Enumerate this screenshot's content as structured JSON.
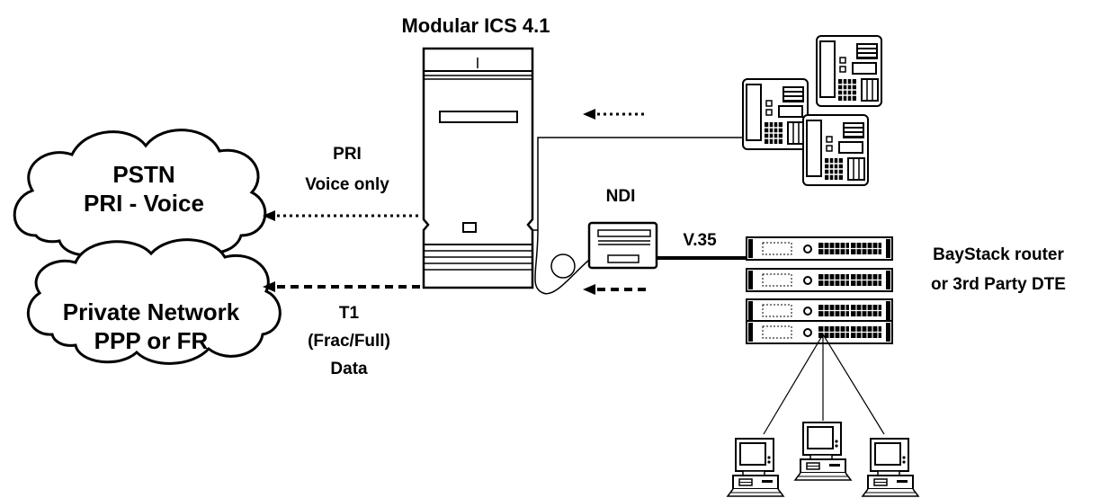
{
  "title": "Modular ICS 4.1",
  "clouds": {
    "pstn": {
      "line1": "PSTN",
      "line2": "PRI - Voice"
    },
    "private": {
      "line1": "Private Network",
      "line2": "PPP or FR"
    }
  },
  "links": {
    "pri": {
      "line1": "PRI",
      "line2": "Voice only"
    },
    "t1": {
      "line1": "T1",
      "line2": "(Frac/Full)",
      "line3": "Data"
    },
    "v35": "V.35"
  },
  "devices": {
    "ndi": "NDI",
    "router": {
      "line1": "BayStack router",
      "line2": "or 3rd Party DTE"
    }
  }
}
